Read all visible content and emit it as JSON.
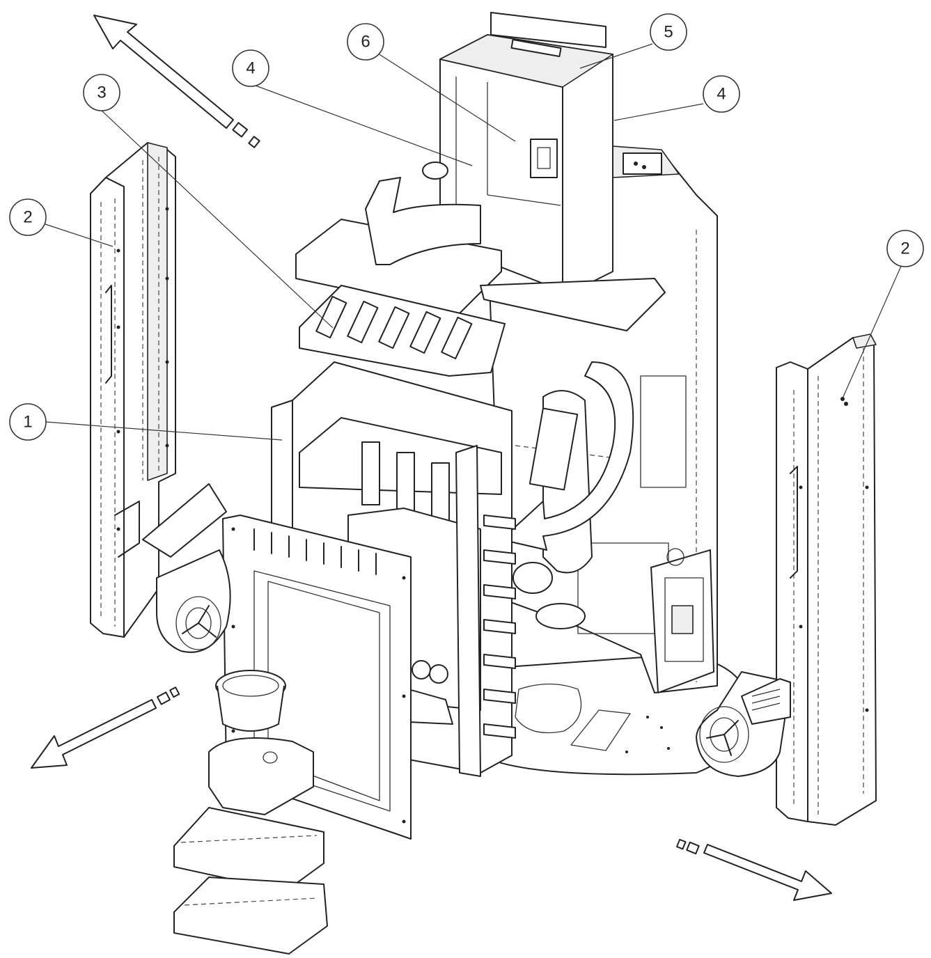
{
  "callouts": [
    {
      "id": "c1",
      "label": "1"
    },
    {
      "id": "c2a",
      "label": "2"
    },
    {
      "id": "c2b",
      "label": "2"
    },
    {
      "id": "c3",
      "label": "3"
    },
    {
      "id": "c4a",
      "label": "4"
    },
    {
      "id": "c4b",
      "label": "4"
    },
    {
      "id": "c5",
      "label": "5"
    },
    {
      "id": "c6",
      "label": "6"
    }
  ],
  "colors": {
    "line": "#222222",
    "background": "#ffffff"
  }
}
